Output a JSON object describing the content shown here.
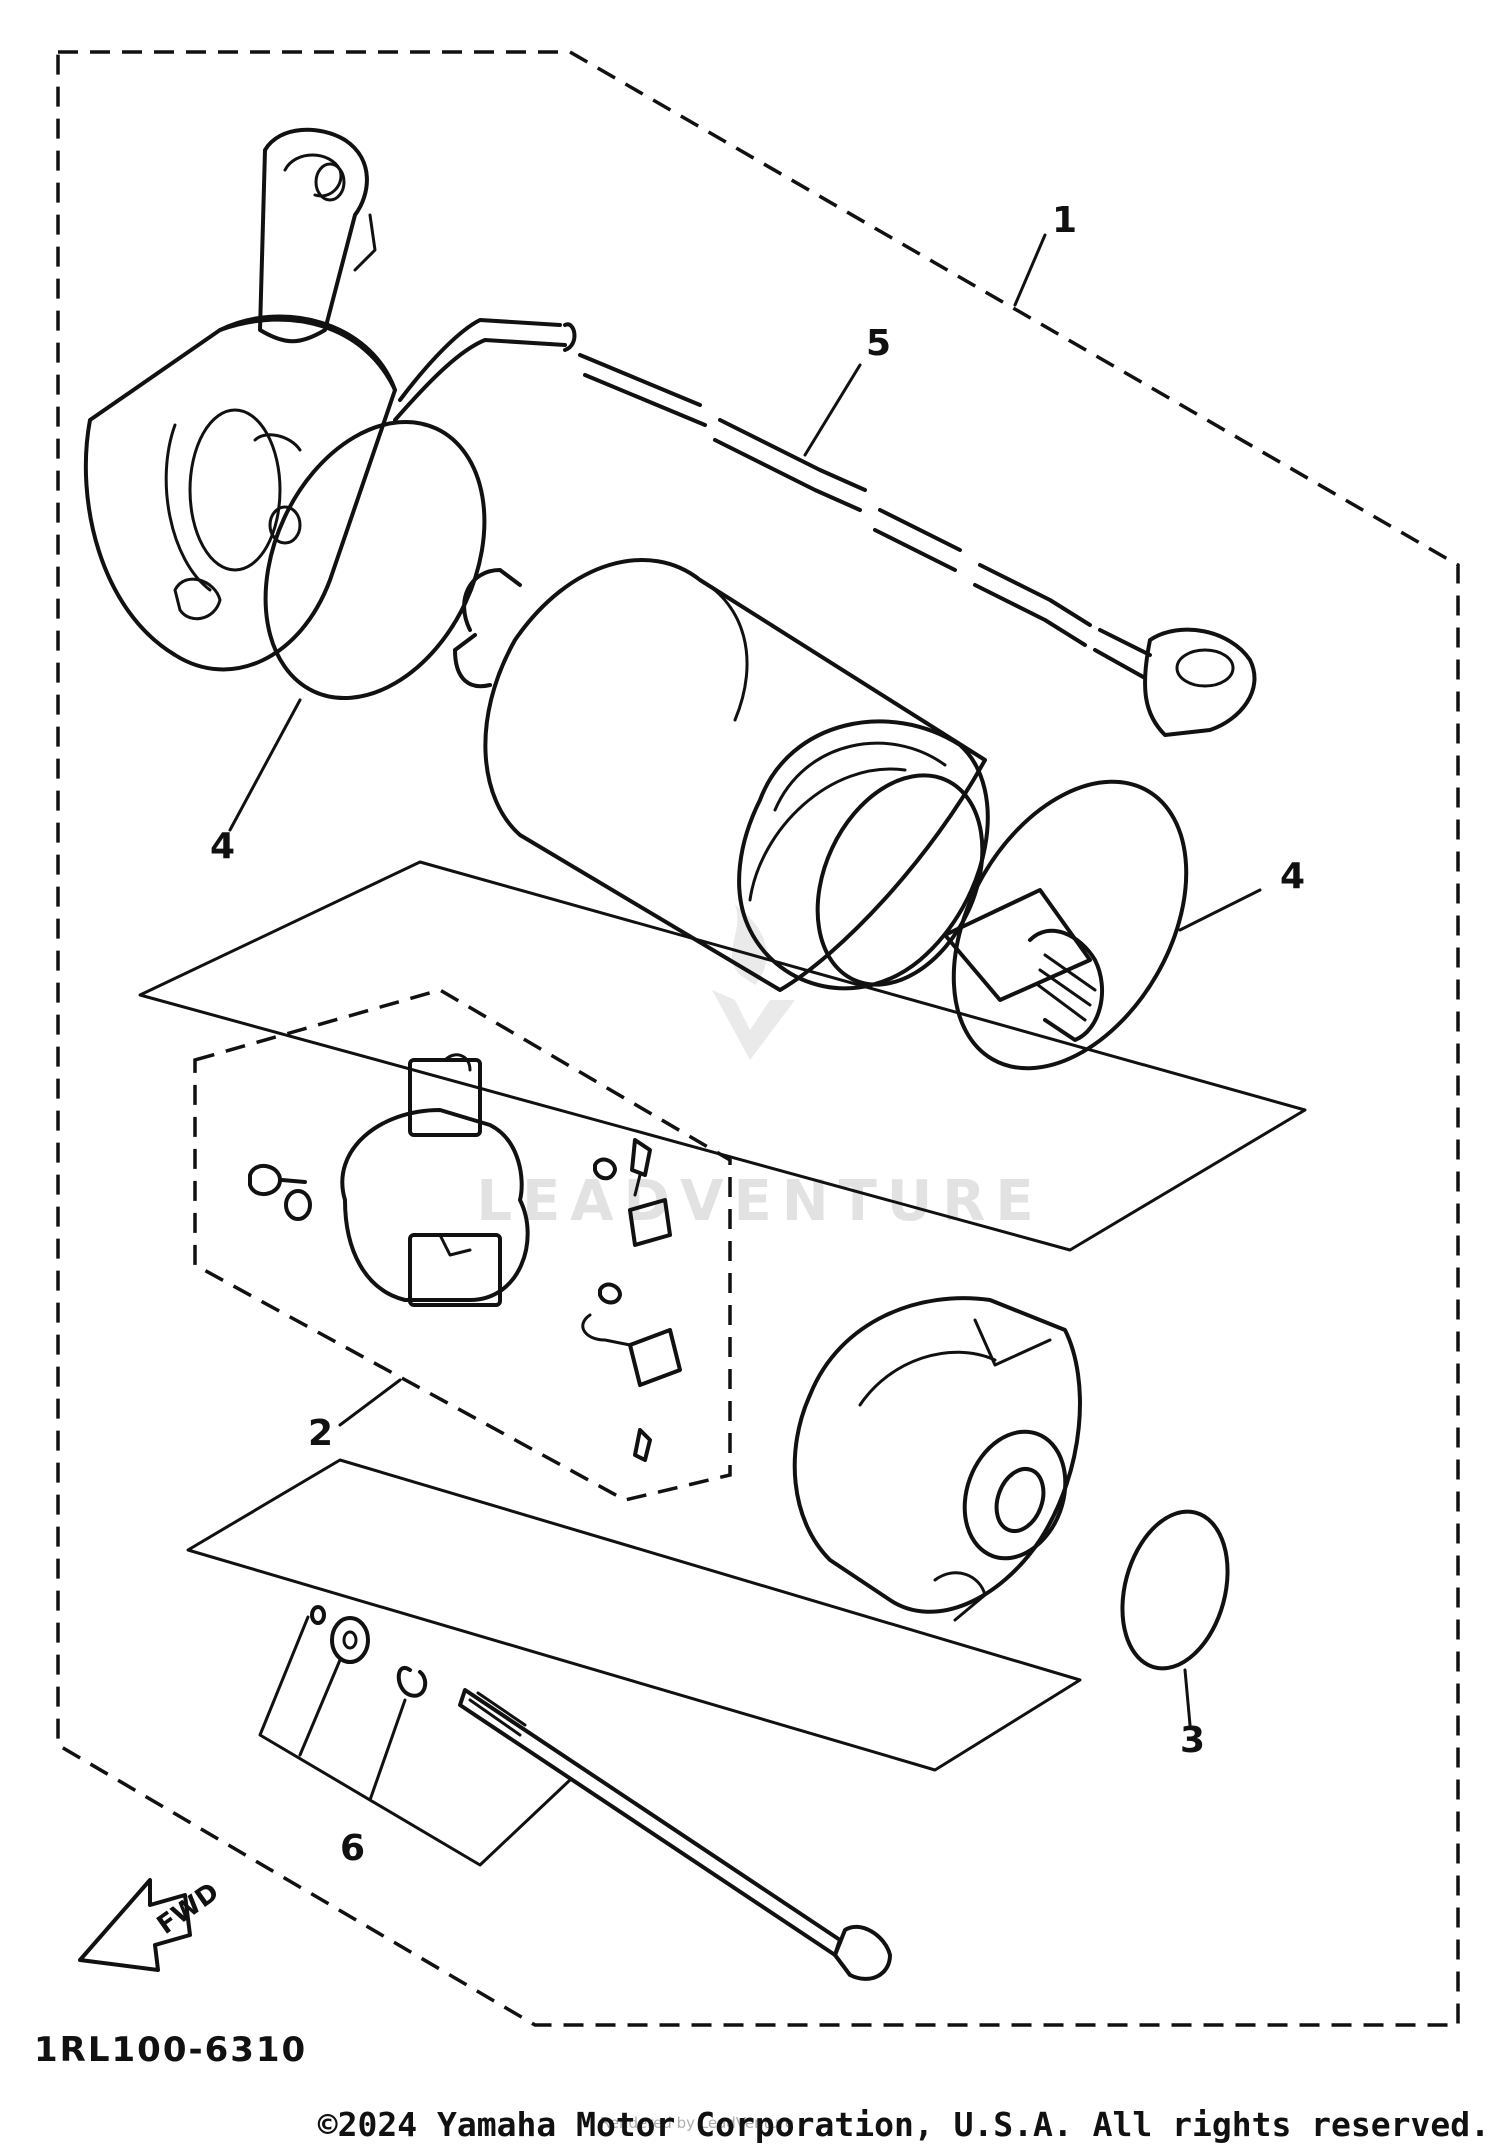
{
  "callouts": {
    "c1": "1",
    "c2": "2",
    "c3": "3",
    "c4a": "4",
    "c4b": "4",
    "c5": "5",
    "c6": "6"
  },
  "fwd_label": "FWD",
  "watermark": "LEADVENTURE",
  "drawing_code": "1RL100-6310",
  "copyright": "©2024 Yamaha Motor Corporation, U.S.A. All rights reserved.",
  "renderer_note": "Rendered by LeadVenture"
}
